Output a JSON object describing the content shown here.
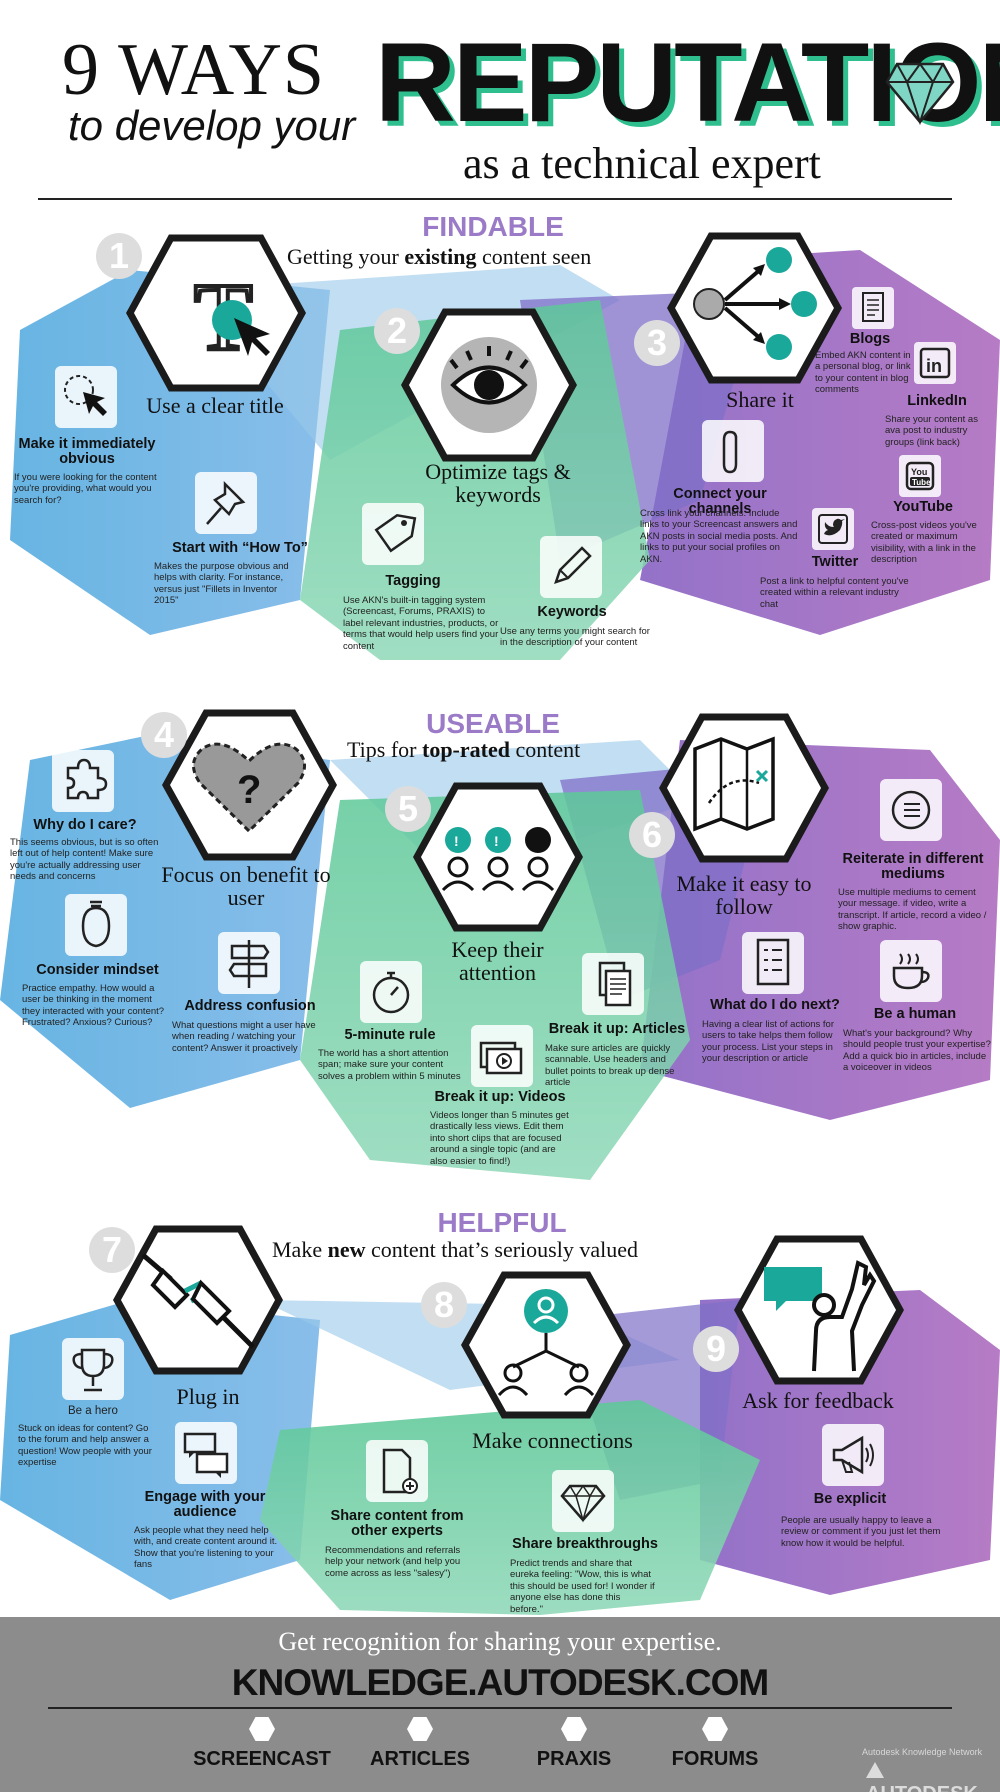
{
  "header": {
    "line1": "9 WAYS",
    "line2": "to develop your",
    "line3": "REPUTATION",
    "line4": "as a technical expert"
  },
  "sections": {
    "findable": {
      "heading": "FINDABLE",
      "sub_pre": "Getting your ",
      "sub_bold": "existing",
      "sub_post": " content seen"
    },
    "useable": {
      "heading": "USEABLE",
      "sub_pre": "Tips for ",
      "sub_bold": "top-rated",
      "sub_post": " content"
    },
    "helpful": {
      "heading": "HELPFUL",
      "sub_pre": "Make ",
      "sub_bold": "new",
      "sub_post": " content that’s seriously valued"
    }
  },
  "ways": [
    {
      "number": "1",
      "label": "Use a clear title"
    },
    {
      "number": "2",
      "label": "Optimize tags & keywords"
    },
    {
      "number": "3",
      "label": "Share it"
    },
    {
      "number": "4",
      "label": "Focus on benefit to user"
    },
    {
      "number": "5",
      "label": "Keep their attention"
    },
    {
      "number": "6",
      "label": "Make it easy to follow"
    },
    {
      "number": "7",
      "label": "Plug in"
    },
    {
      "number": "8",
      "label": "Make connections"
    },
    {
      "number": "9",
      "label": "Ask for feedback"
    }
  ],
  "tips": {
    "make_obvious": {
      "title": "Make it immediately obvious",
      "body": "If you were looking for the content you're providing, what would you search for?"
    },
    "how_to": {
      "title": "Start with “How To”",
      "body": "Makes the purpose obvious and helps with clarity. For instance, versus just \"Fillets in Inventor 2015\""
    },
    "tagging": {
      "title": "Tagging",
      "body": "Use AKN's built-in tagging system (Screencast, Forums, PRAXIS) to label relevant industries, products, or terms that would help users find your content"
    },
    "keywords": {
      "title": "Keywords",
      "body": "Use any terms you might search for in the description of your content"
    },
    "blogs": {
      "title": "Blogs",
      "body": "Embed AKN content in a personal blog, or link to your content in blog comments"
    },
    "linkedin": {
      "title": "LinkedIn",
      "body": "Share your content as ava post to industry groups (link back)"
    },
    "connect": {
      "title": "Connect your channels",
      "body": "Cross link your channels. Include links to your Screencast answers and AKN posts in social media posts. And links to put your social profiles on AKN."
    },
    "youtube": {
      "title": "YouTube",
      "body": "Cross-post videos you've created  or maximum visibility, with a link in the description"
    },
    "twitter": {
      "title": "Twitter",
      "body": "Post a link to helpful content you've created within a relevant industry chat"
    },
    "why_care": {
      "title": "Why do I care?",
      "body": "This seems obvious, but is so often left out of help content! Make sure you're actually addressing user needs and concerns"
    },
    "mindset": {
      "title": "Consider mindset",
      "body": "Practice empathy. How would a user be thinking in the moment they interacted with your content? Frustrated? Anxious? Curious?"
    },
    "confusion": {
      "title": "Address confusion",
      "body": "What questions might a user have when reading / watching your content? Answer it proactively"
    },
    "five_min": {
      "title": "5-minute rule",
      "body": "The world has a short attention span; make sure your content solves a problem within 5 minutes"
    },
    "articles": {
      "title": "Break it up: Articles",
      "body": "Make sure articles are quickly scannable. Use headers and bullet points to break up dense article"
    },
    "videos": {
      "title": "Break it up: Videos",
      "body": "Videos longer than 5 minutes get drastically less views. Edit them into short clips that are focused around a single topic (and are also easier to find!)"
    },
    "reiterate": {
      "title": "Reiterate in different mediums",
      "body": "Use multiple mediums to cement your message. if video, write a transcript. If article, record a video / show graphic."
    },
    "next": {
      "title": "What do I do next?",
      "body": "Having a clear list of actions for users to take helps them follow your process. List your steps in your description or article"
    },
    "human": {
      "title": "Be a human",
      "body": "What's your background? Why should people trust your expertise? Add a quick bio in articles, include a voiceover in videos"
    },
    "hero": {
      "title": "Be a hero",
      "body": "Stuck on ideas for content? Go to the forum and help answer a question! Wow people with your expertise"
    },
    "engage": {
      "title": "Engage with your audience",
      "body": "Ask people what they need help with, and create content around it. Show that you're listening to your fans"
    },
    "share_content": {
      "title": "Share content from other experts",
      "body": "Recommendations and referrals help your network (and help you come across as less \"salesy\")"
    },
    "breakthroughs": {
      "title": "Share breakthroughs",
      "body": "Predict trends and share that eureka feeling: \"Wow, this is what this should be used for! I wonder if anyone else has done this before.\""
    },
    "explicit": {
      "title": "Be explicit",
      "body": "People are usually happy to leave a review or comment if you just let them know how it would be helpful."
    }
  },
  "footer": {
    "tagline": "Get recognition for sharing your expertise.",
    "url": "KNOWLEDGE.AUTODESK.COM",
    "nav": [
      "SCREENCAST",
      "ARTICLES",
      "PRAXIS",
      "FORUMS"
    ],
    "small": "Autodesk Knowledge Network",
    "brand": "AUTODESK"
  },
  "colors": {
    "blue": "#5aa9dc",
    "green": "#4fc38e",
    "purple": "#9a68c0",
    "lavender": "#9b7bc7",
    "teal": "#1aa89a",
    "dark": "#1b1b1b"
  }
}
